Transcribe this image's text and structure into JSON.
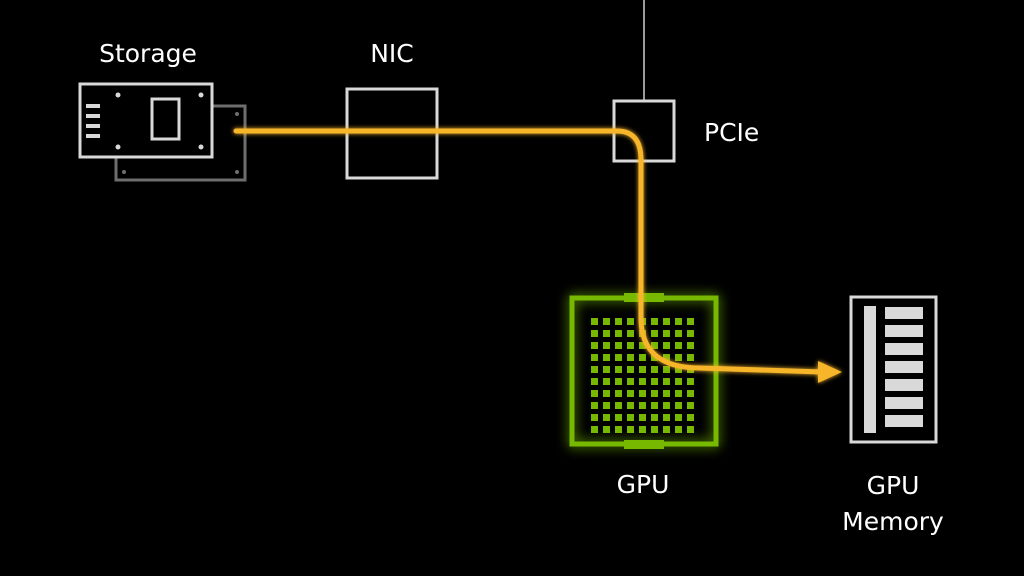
{
  "labels": {
    "storage": "Storage",
    "nic": "NIC",
    "pcie": "PCIe",
    "gpu": "GPU",
    "gpu_memory_line1": "GPU",
    "gpu_memory_line2": "Memory"
  },
  "colors": {
    "background": "#000000",
    "path": "#f7b52b",
    "gpu": "#76b900",
    "outline": "#d9d9d9"
  },
  "icons": {
    "storage": "storage-drive-icon",
    "nic": "nic-box-icon",
    "pcie": "pcie-switch-icon",
    "gpu": "gpu-chip-icon",
    "gpu_memory": "gpu-memory-icon"
  }
}
